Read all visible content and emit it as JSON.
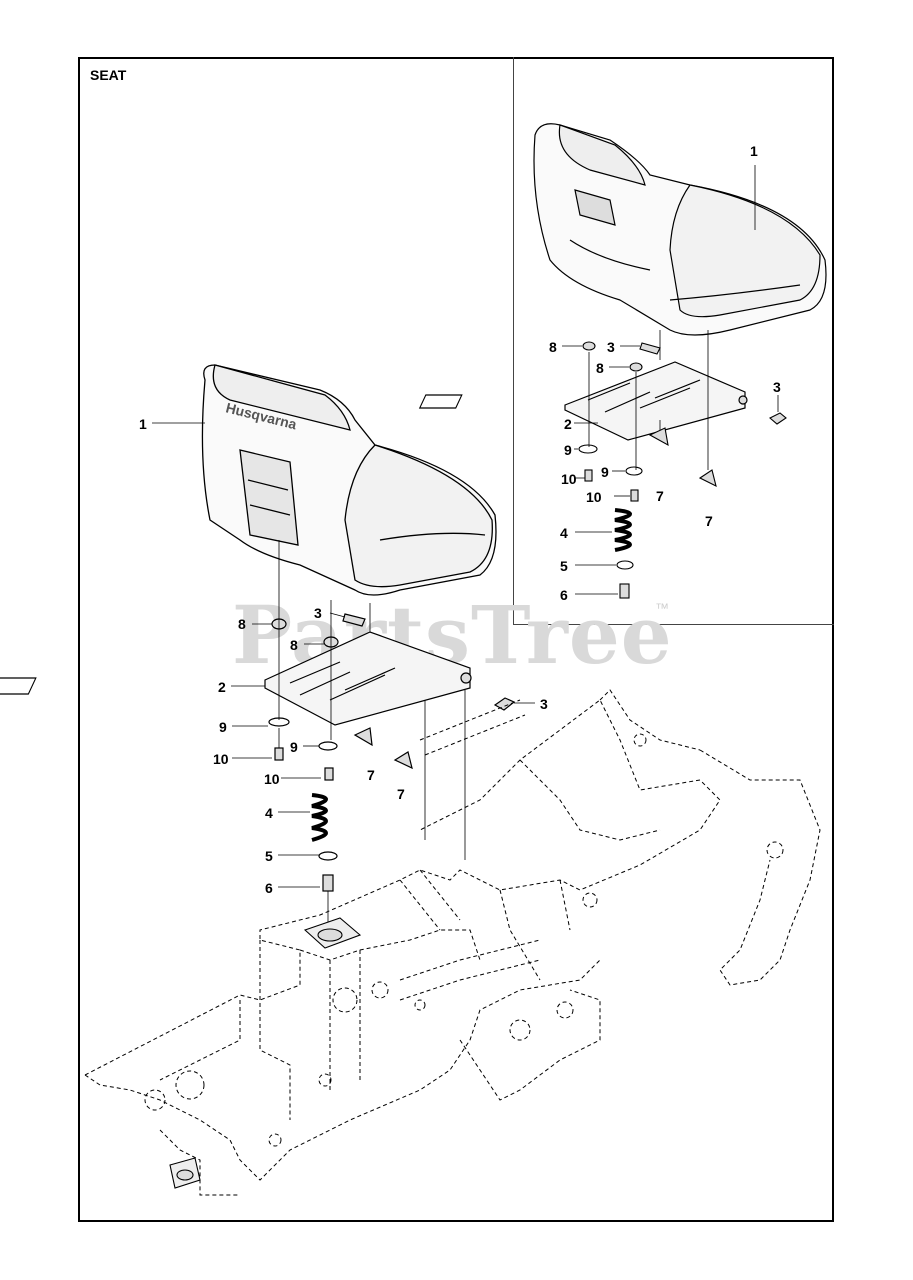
{
  "title": "SEAT",
  "watermark": {
    "text": "PartsTree",
    "tm": "™"
  },
  "seat_brand": "Husqvarna",
  "callouts": {
    "main": [
      "1",
      "2",
      "3",
      "3",
      "4",
      "5",
      "6",
      "7",
      "7",
      "8",
      "8",
      "9",
      "9",
      "10",
      "10"
    ],
    "inset": [
      "1",
      "2",
      "3",
      "3",
      "4",
      "5",
      "6",
      "7",
      "7",
      "8",
      "8",
      "9",
      "9",
      "10",
      "10"
    ]
  }
}
